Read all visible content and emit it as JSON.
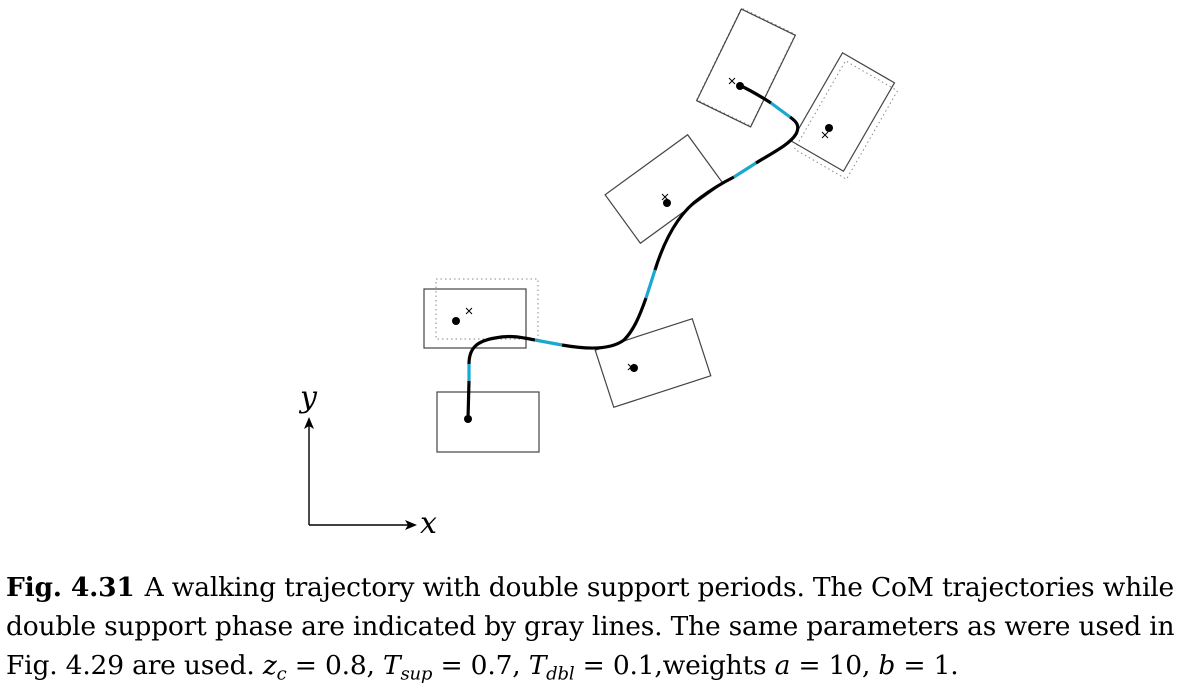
{
  "figure": {
    "axis_labels": {
      "x": "x",
      "y": "y"
    },
    "colors": {
      "single_support": "#000000",
      "double_support": "#1aa7d0",
      "footprint": "#444444"
    }
  },
  "caption": {
    "label": "Fig. 4.31",
    "sentence1": "A walking trajectory with double support periods. The CoM trajectories while double support phase are indicated by gray lines. The same parameters as were used in Fig. 4.29 are used.",
    "zc_var": "z",
    "zc_sub": "c",
    "zc_val": " = 0.8,",
    "tsup_var": "T",
    "tsup_sub": "sup",
    "tsup_val": " = 0.7,",
    "tdbl_var": "T",
    "tdbl_sub": "dbl",
    "tdbl_val": " = 0.1,",
    "weights_text": "weights ",
    "a_var": "a",
    "a_val": " = 10, ",
    "b_var": "b",
    "b_val": " = 1."
  }
}
